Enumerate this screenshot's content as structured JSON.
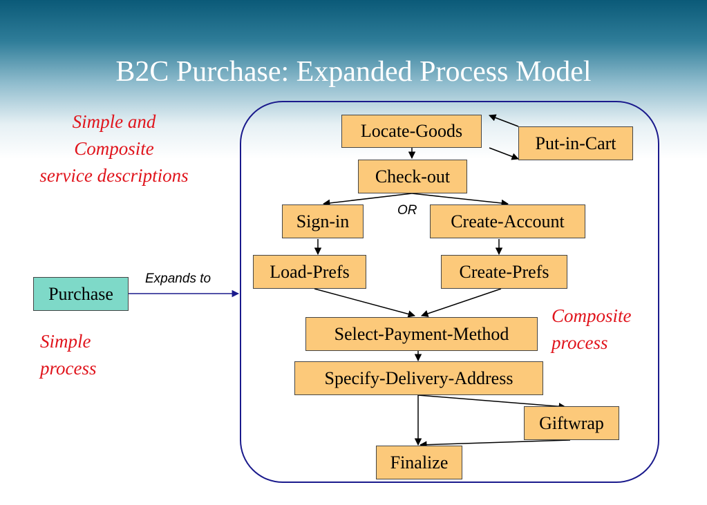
{
  "title": "B2C Purchase: Expanded Process Model",
  "notes": {
    "simple_and_composite": [
      "Simple and",
      "Composite",
      "service descriptions"
    ],
    "simple_process": [
      "Simple",
      "process"
    ],
    "composite_process": [
      "Composite",
      "process"
    ]
  },
  "labels": {
    "expands_to": "Expands to",
    "or": "OR"
  },
  "nodes": {
    "purchase": "Purchase",
    "locate_goods": "Locate-Goods",
    "put_in_cart": "Put-in-Cart",
    "check_out": "Check-out",
    "sign_in": "Sign-in",
    "create_account": "Create-Account",
    "load_prefs": "Load-Prefs",
    "create_prefs": "Create-Prefs",
    "select_payment_method": "Select-Payment-Method",
    "specify_delivery_address": "Specify-Delivery-Address",
    "giftwrap": "Giftwrap",
    "finalize": "Finalize"
  },
  "colors": {
    "title": "#ffffff",
    "note_red": "#e0141c",
    "task_fill": "#fcc97a",
    "simple_fill": "#7ed9c8",
    "container_border": "#1a1a8c"
  }
}
